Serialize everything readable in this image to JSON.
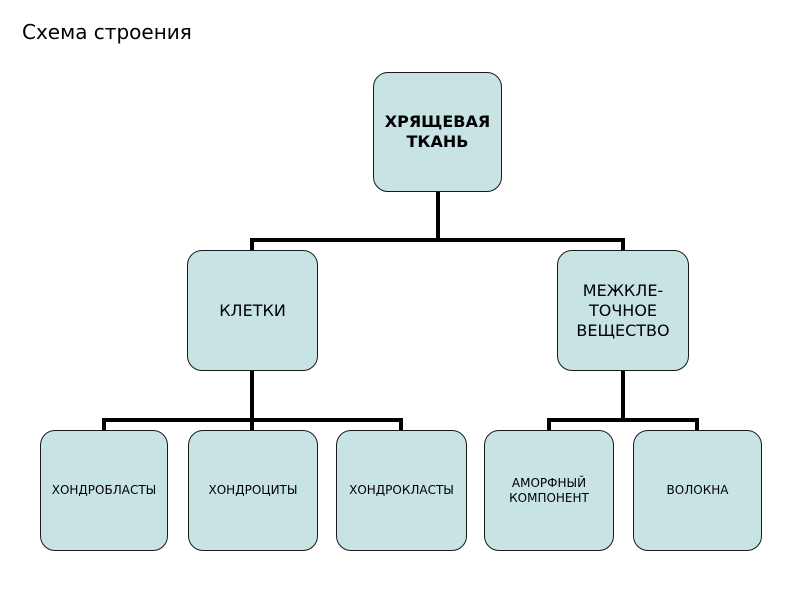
{
  "header": {
    "title": "Схема строения"
  },
  "colors": {
    "node_fill": "#c7e3e3",
    "node_border": "#1a1a1a",
    "connector": "#000000",
    "background": "#ffffff"
  },
  "diagram": {
    "root": {
      "label": "ХРЯЩЕВАЯ\nТКАНЬ"
    },
    "cells": {
      "label": "КЛЕТКИ"
    },
    "matrix": {
      "label": "МЕЖКЛЕ-\nТОЧНОЕ\nВЕЩЕСТВО"
    },
    "chondroblasts": {
      "label": "ХОНДРОБЛАСТЫ"
    },
    "chondrocytes": {
      "label": "ХОНДРОЦИТЫ"
    },
    "chondroclasts": {
      "label": "ХОНДРОКЛАСТЫ"
    },
    "amorphous": {
      "label": "АМОРФНЫЙ\nКОМПОНЕНТ"
    },
    "fibers": {
      "label": "ВОЛОКНА"
    }
  }
}
